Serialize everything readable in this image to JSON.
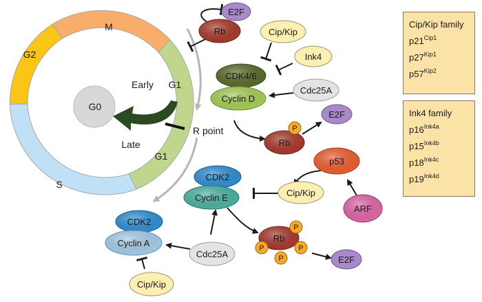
{
  "colors": {
    "phase_G2": "#fac516",
    "phase_M": "#f9ad6b",
    "phase_G1": "#bfd68c",
    "phase_S": "#bfe0f5",
    "g0": "#d7d8da",
    "rb": "#a9382b",
    "e2f": "#a889cc",
    "cdk46": "#5a6b2a",
    "cyclinD": "#a6cd57",
    "cdk2": "#2e8fd3",
    "cyclinE": "#49b3a4",
    "cyclinA": "#a6cdea",
    "inhibitor": "#fbefb2",
    "cdc25a": "#e3e3e3",
    "p53": "#ee5d2f",
    "arf": "#e066a8",
    "phosphate": "#f7a928",
    "family_box": "#fbe3a8"
  },
  "cycle": {
    "phase_g2": "G2",
    "phase_m": "M",
    "phase_g1_early": "G1",
    "phase_g1_late": "G1",
    "phase_s": "S",
    "g0": "G0",
    "early": "Early",
    "late": "Late",
    "r_point": "R point"
  },
  "nodes": {
    "rb_top": "Rb",
    "e2f_top": "E2F",
    "cip_kip_top": "Cip/Kip",
    "ink4": "Ink4",
    "cdk46": "CDK4/6",
    "cyclin_d": "Cyclin D",
    "cdc25a_top": "Cdc25A",
    "p_label": "P",
    "rb_mid": "Rb",
    "e2f_mid": "E2F",
    "p53": "p53",
    "cip_kip_mid": "Cip/Kip",
    "arf": "ARF",
    "cdk2_top": "CDK2",
    "cyclin_e": "Cyclin E",
    "rb_bottom": "Rb",
    "e2f_bottom": "E2F",
    "cdk2_bottom": "CDK2",
    "cyclin_a": "Cyclin A",
    "cdc25a_bottom": "Cdc25A",
    "cip_kip_bottom": "Cip/Kip"
  },
  "cip_kip_family": {
    "title": "Cip/Kip family",
    "items": [
      {
        "base": "p21",
        "sup": "Cip1"
      },
      {
        "base": "p27",
        "sup": "Kip1"
      },
      {
        "base": "p57",
        "sup": "Kip2"
      }
    ]
  },
  "ink4_family": {
    "title": "Ink4 family",
    "items": [
      {
        "base": "p16",
        "sup": "Ink4a"
      },
      {
        "base": "p15",
        "sup": "Ink4b"
      },
      {
        "base": "p18",
        "sup": "Ink4c"
      },
      {
        "base": "p19",
        "sup": "Ink4d"
      }
    ]
  }
}
